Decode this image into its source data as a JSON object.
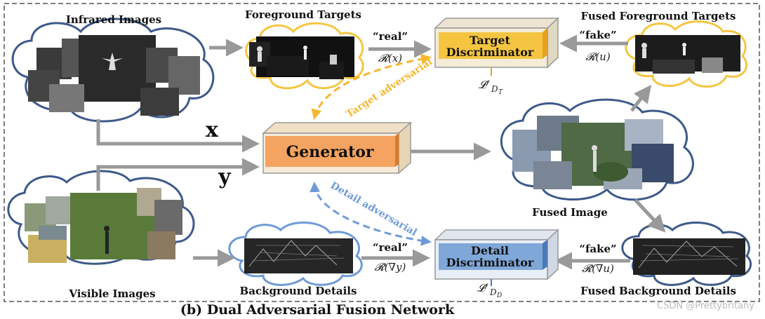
{
  "labels": {
    "infrared_images": "Infrared Images",
    "foreground_targets": "Foreground Targets",
    "fused_foreground_targets": "Fused Foreground Targets",
    "fused_image": "Fused Image",
    "visible_images": "Visible Images",
    "background_details": "Background Details",
    "fused_background_details": "Fused Background Details"
  },
  "blocks": {
    "target_discriminator": [
      "Target",
      "Discriminator"
    ],
    "detail_discriminator": [
      "Detail",
      "Discriminator"
    ],
    "generator": "Generator"
  },
  "inputs": {
    "x": "x",
    "y": "y"
  },
  "flow": {
    "real_top": "“real”",
    "fake_top": "“fake”",
    "real_bottom": "“real”",
    "fake_bottom": "“fake”",
    "r_x": "𝓡(x)",
    "r_u": "𝓡(u)",
    "r_grad_y": "𝓡̂(∇y)",
    "r_grad_u": "𝓡̂(∇u)",
    "loss_target": "𝓛ᶠ",
    "loss_target_sub": "D",
    "loss_target_sub2": "T",
    "loss_detail": "𝓛ᶠ",
    "loss_detail_sub": "D",
    "loss_detail_sub2": "D"
  },
  "adversarial": {
    "target": "Target adversarial",
    "detail": "Detail adversarial"
  },
  "caption": "(b) Dual Adversarial Fusion Network",
  "watermark": "CSDN @Prettybritany",
  "colors": {
    "generator": "#f4a460",
    "target_disc": "#f5c542",
    "detail_disc": "#7fa8d8",
    "target_adv": "#f5b731",
    "detail_adv": "#6e9bd6",
    "arrow": "#999999",
    "cloud_yellow": "#f5c542",
    "cloud_blue": "#3d5a8a"
  }
}
